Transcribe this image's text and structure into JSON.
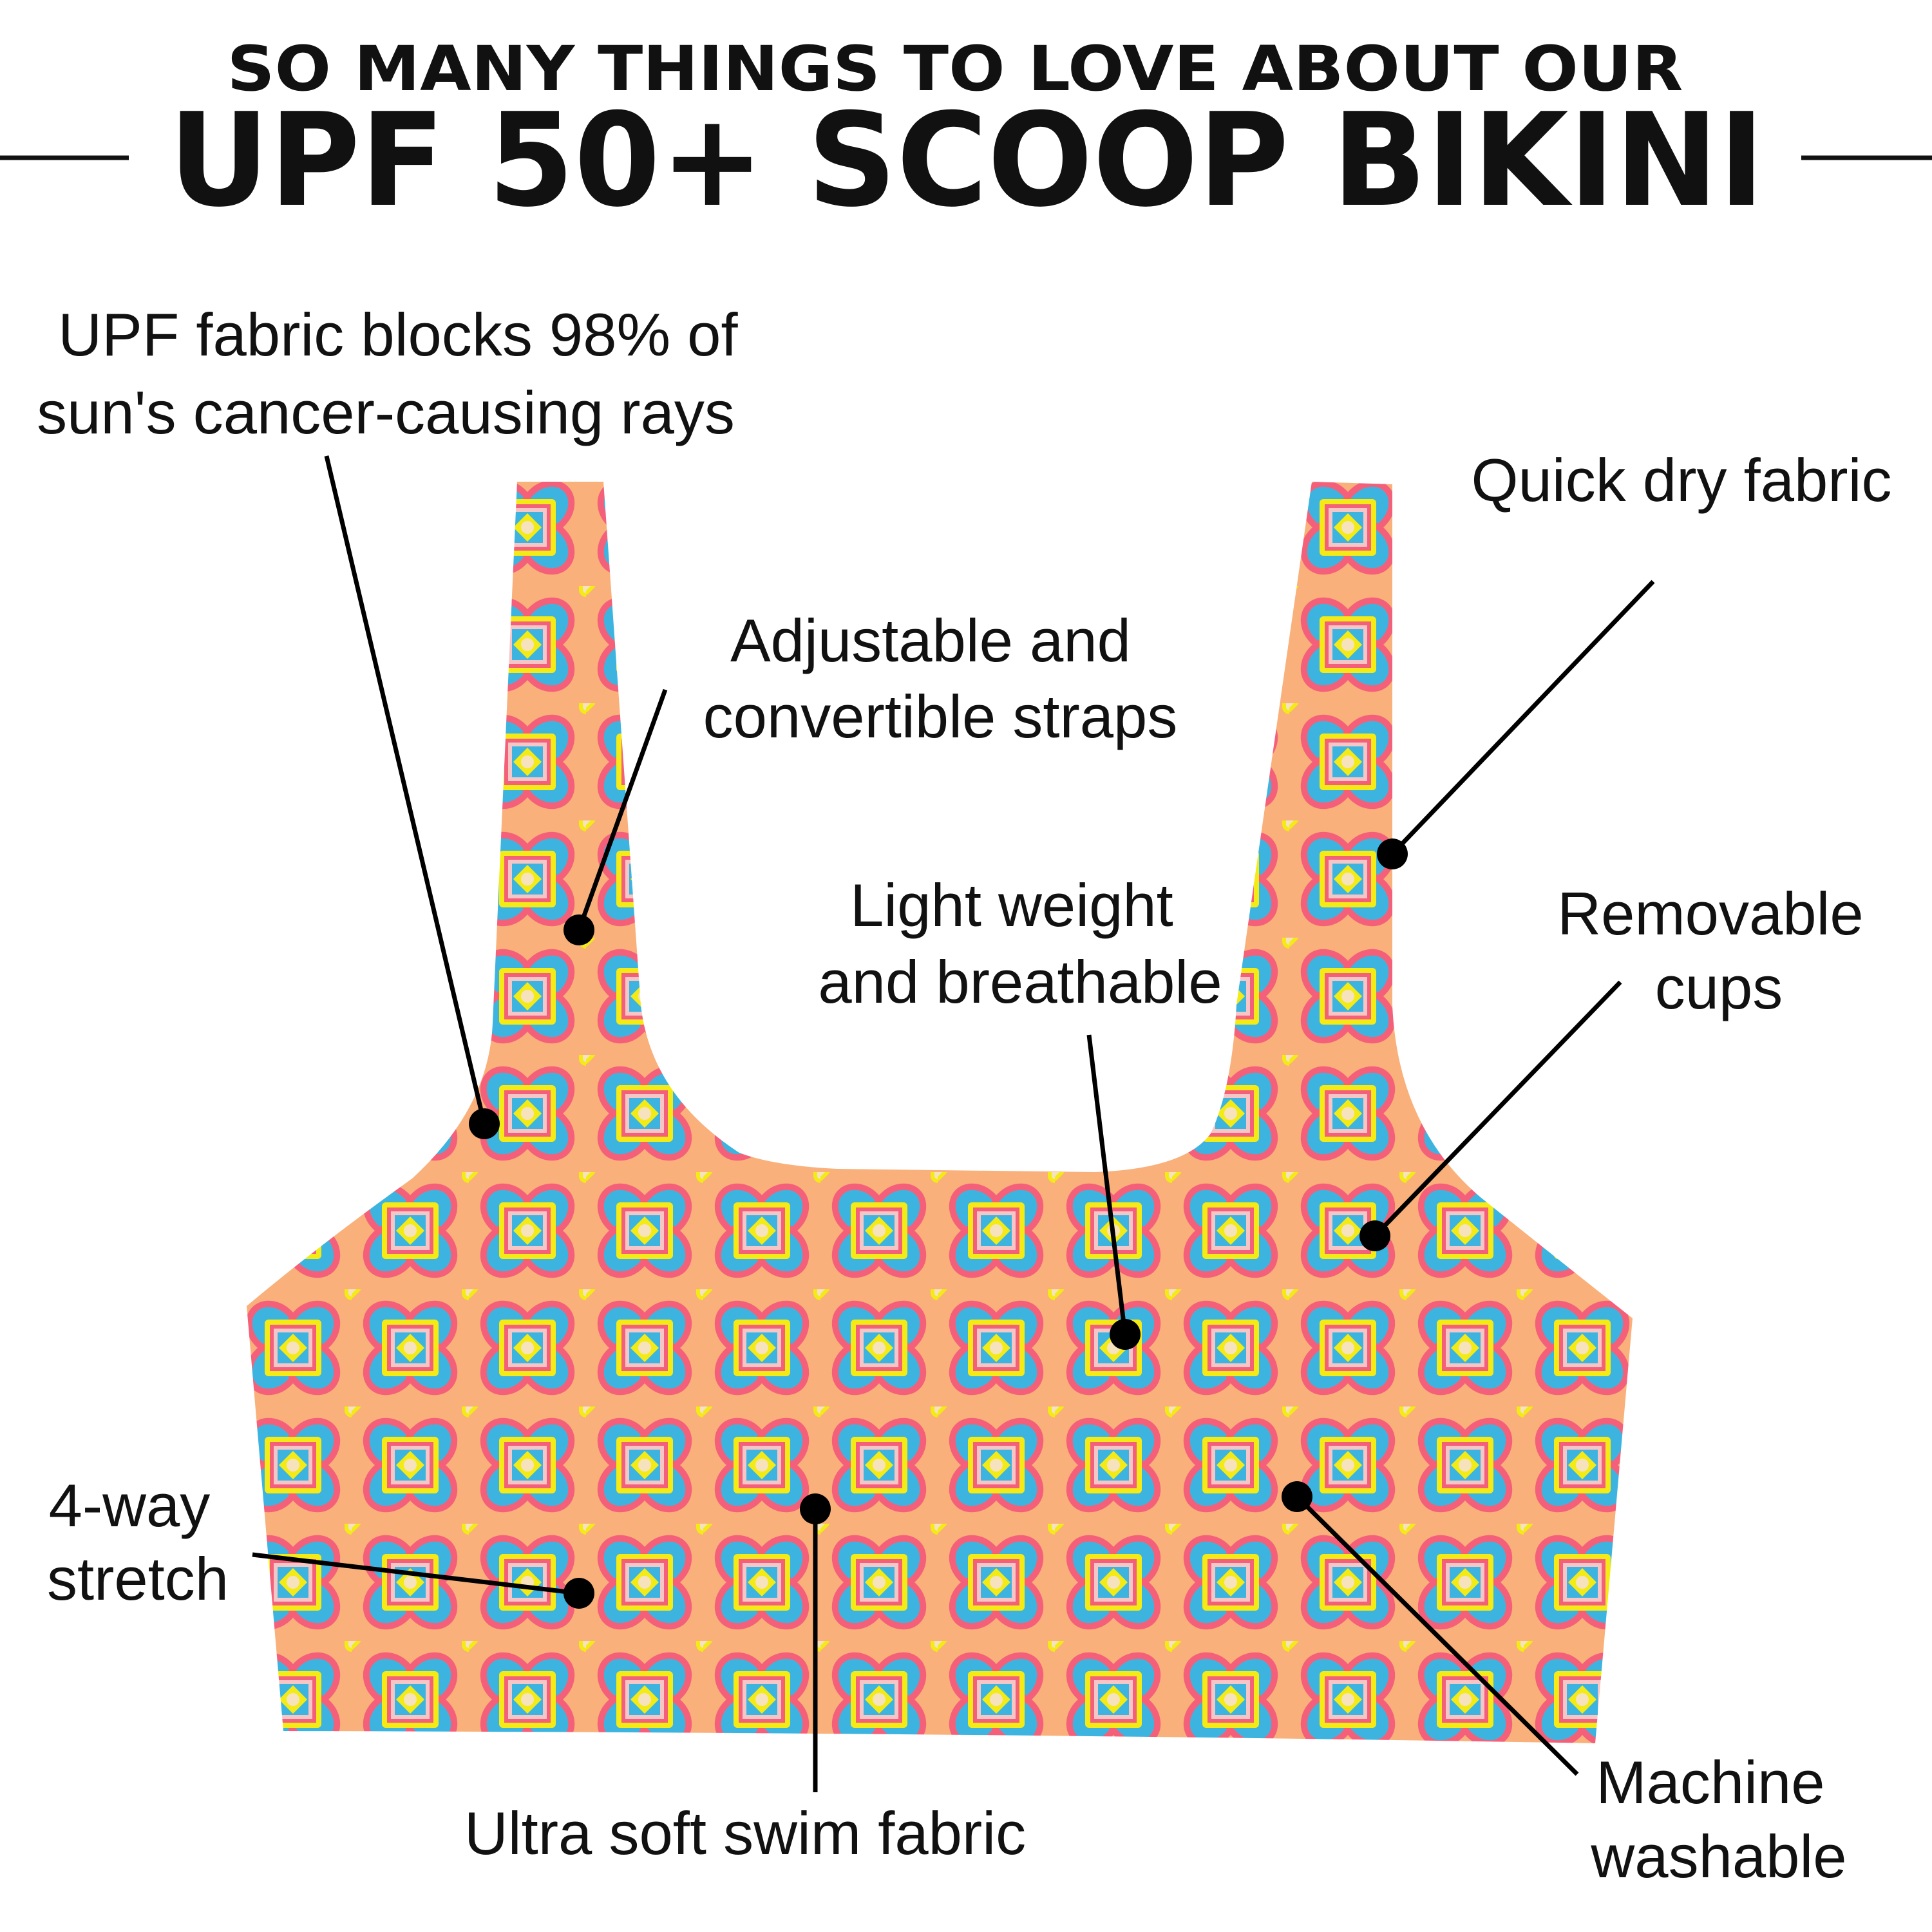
{
  "header": {
    "subtitle": "SO MANY THINGS TO LOVE ABOUT OUR",
    "title": "UPF 50+ SCOOP BIKINI"
  },
  "colors": {
    "fabric_base": "#f9b07a",
    "pattern_yellow": "#f4ea16",
    "pattern_pink": "#f4607a",
    "pattern_blue": "#3db4e0",
    "pattern_cream": "#f6e3bd",
    "text": "#111111"
  },
  "features": [
    {
      "lines": [
        "UPF fabric blocks 98% of",
        "sun's cancer-causing rays"
      ]
    },
    {
      "lines": [
        "Adjustable and",
        "convertible straps"
      ]
    },
    {
      "lines": [
        "Quick dry fabric"
      ]
    },
    {
      "lines": [
        "Light weight",
        "and breathable"
      ]
    },
    {
      "lines": [
        "Removable",
        "cups"
      ]
    },
    {
      "lines": [
        "4-way",
        "stretch"
      ]
    },
    {
      "lines": [
        "Ultra soft swim fabric"
      ]
    },
    {
      "lines": [
        "Machine",
        "washable"
      ]
    }
  ]
}
